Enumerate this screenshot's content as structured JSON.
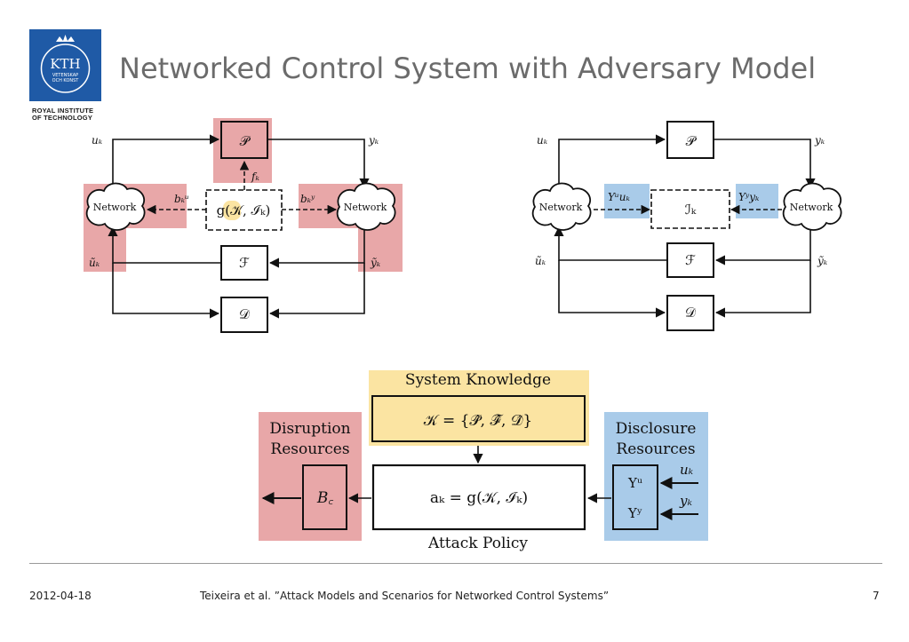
{
  "slide": {
    "title": "Networked Control System with Adversary Model",
    "logo": {
      "text": "KTH",
      "subtext_line1": "VETENSKAP",
      "subtext_line2": "OCH KONST",
      "caption_line1": "ROYAL INSTITUTE",
      "caption_line2": "OF TECHNOLOGY"
    },
    "colors": {
      "logo_blue": "#1f5aa6",
      "disruption_red": "#e8a7a8",
      "knowledge_yellow": "#fbe4a2",
      "disclosure_blue": "#a9cbe9"
    }
  },
  "left_diagram": {
    "plant": "𝒫",
    "feedback": "ℱ",
    "detector": "𝒟",
    "policy": "g(𝒦, ℐₖ)",
    "network_left": "Network",
    "network_right": "Network",
    "u": "uₖ",
    "y": "yₖ",
    "u_tilde": "ũₖ",
    "y_tilde": "ỹₖ",
    "b_u": "bₖᵘ",
    "b_y": "bₖʸ",
    "f": "fₖ"
  },
  "right_diagram": {
    "plant": "𝒫",
    "feedback": "ℱ",
    "detector": "𝒟",
    "info": "ℐₖ",
    "network_left": "Network",
    "network_right": "Network",
    "u": "uₖ",
    "y": "yₖ",
    "u_tilde": "ũₖ",
    "y_tilde": "ỹₖ",
    "upsilon_u": "Υᵘuₖ",
    "upsilon_y": "Υʸyₖ"
  },
  "attack_model": {
    "knowledge_title": "System Knowledge",
    "knowledge_formula": "𝒦 = {𝒫̂, ℱ̂, 𝒟̂}",
    "disruption_title_line1": "Disruption",
    "disruption_title_line2": "Resources",
    "bc": "B꜀",
    "policy_formula": "aₖ = g(𝒦, ℐₖ)",
    "policy_caption": "Attack Policy",
    "disclosure_title_line1": "Disclosure",
    "disclosure_title_line2": "Resources",
    "upsilon_u": "Υᵘ",
    "upsilon_y": "Υʸ",
    "u": "uₖ",
    "y": "yₖ"
  },
  "footer": {
    "date": "2012-04-18",
    "citation": "Teixeira et al. ”Attack Models and Scenarios for Networked Control Systems”",
    "page": "7"
  }
}
